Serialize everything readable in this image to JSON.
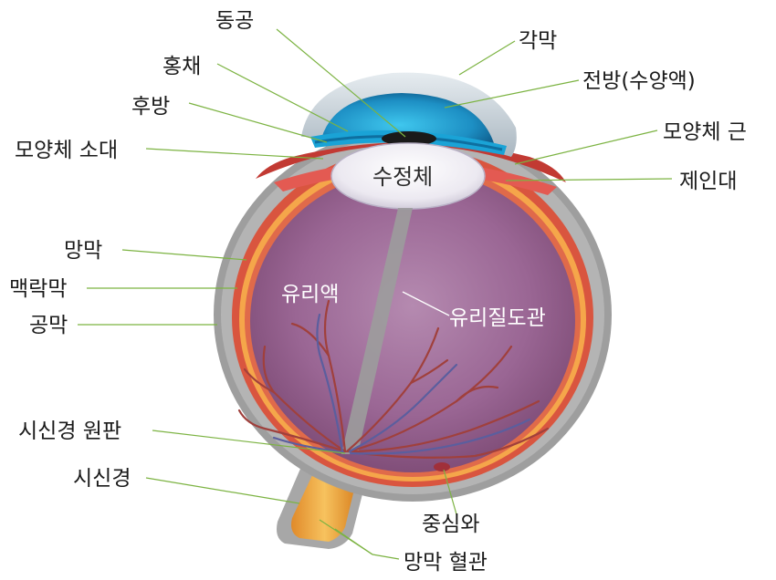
{
  "labels": {
    "pupil": "동공",
    "iris": "홍채",
    "posterior_chamber": "후방",
    "ciliary_zonule": "모양체 소대",
    "cornea": "각막",
    "anterior_chamber": "전방(수양액)",
    "ciliary_muscle": "모양체 근",
    "suspensory_ligament": "제인대",
    "lens": "수정체",
    "retina": "망막",
    "choroid": "맥락막",
    "sclera": "공막",
    "vitreous_humor": "유리액",
    "hyaloid_canal": "유리질도관",
    "optic_disc": "시신경 원판",
    "optic_nerve": "시신경",
    "fovea": "중심와",
    "retinal_vessels": "망막 혈관"
  },
  "colors": {
    "sclera_outer": "#9e9e9e",
    "choroid": "#d9553f",
    "retina": "#f5a64a",
    "vitreous": "#8f5a86",
    "cornea": "#c9d4dc",
    "iris_blue": "#1aa3d6",
    "leader_line": "#7cb342"
  }
}
